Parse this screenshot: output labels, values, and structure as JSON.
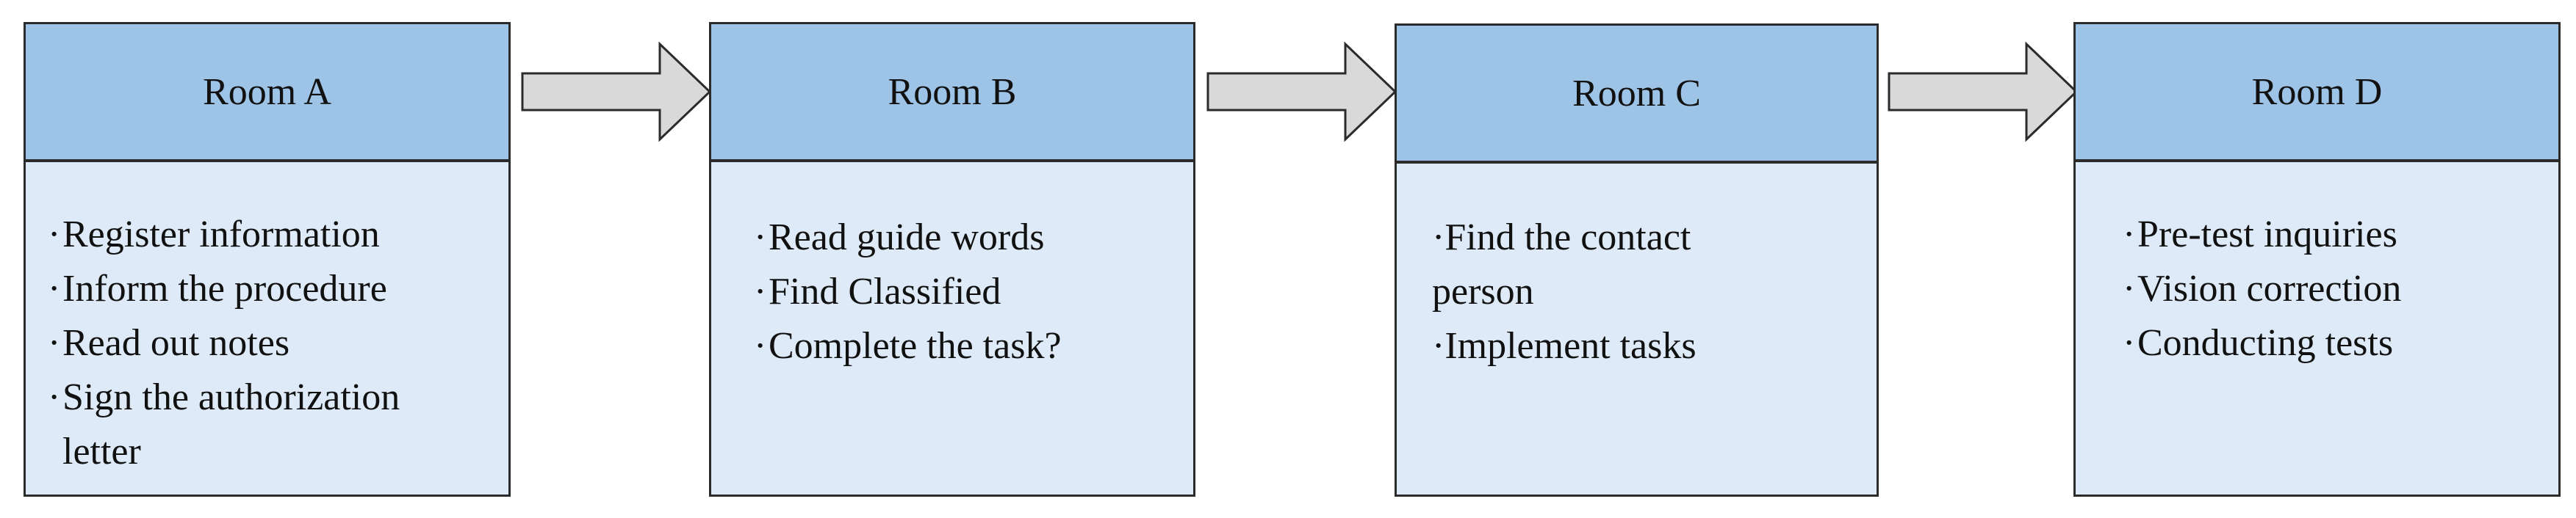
{
  "rooms": [
    {
      "title": "Room A",
      "bullet": "·",
      "items": [
        "Register information",
        "Inform the procedure",
        "Read out notes",
        "Sign the authorization letter"
      ]
    },
    {
      "title": "Room B",
      "bullet": "·",
      "items": [
        "Read guide words",
        "Find Classified",
        "Complete the task?"
      ]
    },
    {
      "title": "Room C",
      "bullet": "·",
      "items": [
        "Find the contact person",
        "Implement tasks"
      ]
    },
    {
      "title": "Room D",
      "bullet": "·",
      "items": [
        "Pre-test inquiries",
        "Vision correction",
        "Conducting tests"
      ]
    }
  ],
  "colors": {
    "header_fill": "#9dc3e6",
    "body_fill": "#deeaf7",
    "arrow_fill": "#d9d9d9",
    "border": "#2b2b2b"
  }
}
